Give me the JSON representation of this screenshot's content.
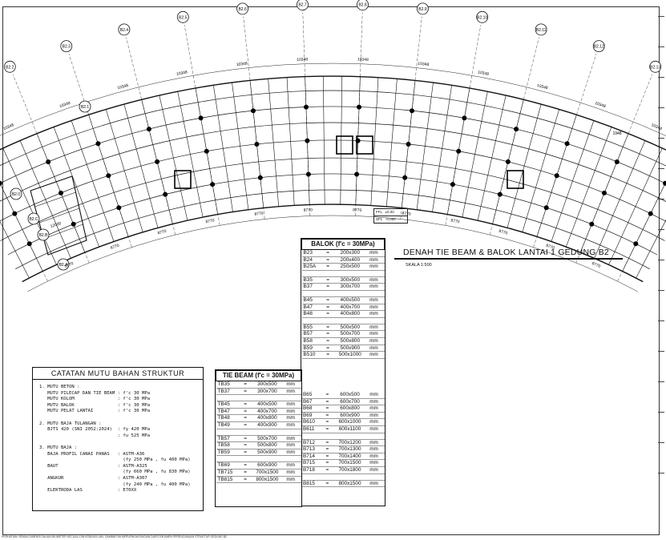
{
  "drawing": {
    "title": "DENAH TIE BEAM  & BALOK LANTAI 1 GEDUNG B2",
    "scale": "SKALA 1:500",
    "axis_labels_top": [
      "B2.1",
      "B2.2",
      "B2.3",
      "B2.4",
      "B2.5",
      "B2.6",
      "B2.7",
      "B2.8",
      "B2.9",
      "B2.10",
      "B2.11",
      "B2.12",
      "B2.13",
      "B2.14"
    ],
    "axis_labels_left": [
      "B2.1",
      "B2.0",
      "B2.C",
      "B2.B",
      "B2.A"
    ],
    "dims_top": [
      "10348",
      "10348",
      "10348",
      "10348",
      "10348",
      "10348",
      "10348",
      "10348",
      "10348",
      "10348",
      "10348",
      "10348"
    ],
    "dims_bottom": [
      "8770",
      "8770",
      "8770",
      "8770",
      "8770",
      "8770",
      "8770",
      "8770",
      "8770",
      "8770",
      "8770",
      "8770"
    ],
    "dim_right": "1948",
    "dim_left": "12000",
    "elev_lines": [
      "FFL   ±0.00",
      "SFL   -0.050"
    ]
  },
  "balok_table": {
    "header": "BALOK   (f'c  = 30MPa)",
    "rows": [
      [
        "B23",
        "=",
        "200x300",
        "mm"
      ],
      [
        "B24",
        "=",
        "200x400",
        "mm"
      ],
      [
        "B25A",
        "=",
        "250x500",
        "mm"
      ],
      null,
      [
        "B35",
        "=",
        "300x500",
        "mm"
      ],
      [
        "B37",
        "=",
        "300x700",
        "mm"
      ],
      null,
      [
        "B45",
        "=",
        "400x500",
        "mm"
      ],
      [
        "B47",
        "=",
        "400x700",
        "mm"
      ],
      [
        "B48",
        "=",
        "400x800",
        "mm"
      ],
      null,
      [
        "B55",
        "=",
        "500x500",
        "mm"
      ],
      [
        "B57",
        "=",
        "500x700",
        "mm"
      ],
      [
        "B58",
        "=",
        "500x800",
        "mm"
      ],
      [
        "B59",
        "=",
        "500x900",
        "mm"
      ],
      [
        "B510",
        "=",
        "500x1000",
        "mm"
      ]
    ],
    "rows2": [
      [
        "B65",
        "=",
        "600x500",
        "mm"
      ],
      [
        "B67",
        "=",
        "600x700",
        "mm"
      ],
      [
        "B68",
        "=",
        "600x800",
        "mm"
      ],
      [
        "B69",
        "=",
        "600x900",
        "mm"
      ],
      [
        "B610",
        "=",
        "600x1000",
        "mm"
      ],
      [
        "B611",
        "=",
        "600x1100",
        "mm"
      ],
      null,
      [
        "B712",
        "=",
        "700x1200",
        "mm"
      ],
      [
        "B713",
        "=",
        "700x1300",
        "mm"
      ],
      [
        "B714",
        "=",
        "700x1400",
        "mm"
      ],
      [
        "B715",
        "=",
        "700x1500",
        "mm"
      ],
      [
        "B718",
        "=",
        "700x1800",
        "mm"
      ],
      null,
      [
        "B815",
        "=",
        "800x1500",
        "mm"
      ]
    ]
  },
  "tie_beam_table": {
    "header": "TIE BEAM   (f'c  = 30MPa)",
    "rows": [
      [
        "TB35",
        "=",
        "300x500",
        "mm"
      ],
      [
        "TB37",
        "=",
        "300x700",
        "mm"
      ],
      null,
      [
        "TB45",
        "=",
        "400x500",
        "mm"
      ],
      [
        "TB47",
        "=",
        "400x700",
        "mm"
      ],
      [
        "TB48",
        "=",
        "400x800",
        "mm"
      ],
      [
        "TB49",
        "=",
        "400x900",
        "mm"
      ],
      null,
      [
        "TB57",
        "=",
        "500x700",
        "mm"
      ],
      [
        "TB58",
        "=",
        "500x800",
        "mm"
      ],
      [
        "TB59",
        "=",
        "500x900",
        "mm"
      ],
      null,
      [
        "TB69",
        "=",
        "600x900",
        "mm"
      ],
      [
        "TB715",
        "=",
        "700x1500",
        "mm"
      ],
      [
        "TB815",
        "=",
        "800x1500",
        "mm"
      ]
    ]
  },
  "notes": {
    "title": "CATATAN MUTU BAHAN STRUKTUR",
    "lines": [
      "1. MUTU BETON :",
      "   MUTU PILECAP DAN TIE BEAM : f'c 30 MPa",
      "   MUTU KOLOM                : f'c 30 MPa",
      "   MUTU BALOK                : f'c 30 MPa",
      "   MUTU PELAT LANTAI         : f'c 30 MPa",
      "",
      "2. MUTU BAJA TULANGAN :",
      "   BJTS 420 (SNI 2052:2024)  : fy 420 MPa",
      "                             : fu 525 MPa",
      "",
      "3. MUTU BAJA :",
      "   BAJA PROFIL CANAI PANAS   : ASTM-A36",
      "                               (fy 250 MPa , fu 400 MPa)",
      "   BAUT                      : ASTM-A325",
      "                               (fy 660 MPa , fu 830 MPa)",
      "   ANGKUR                    : ASTM-A307",
      "                               (fy 240 MPa , fu 400 MPa)",
      "   ELEKTRODA LAS             : E70XX"
    ]
  },
  "footer_text": "PERHATIAN: SEMUA DIMENSI DALAM MILIMETER KECUALI DINYATAKAN LAIN. GAMBAR INI MERUPAKAN BAGIAN DARI DOKUMEN PERENCANAAN STRUKTUR GEDUNG B2",
  "colors": {
    "line": "#111111",
    "column": "#000000"
  }
}
